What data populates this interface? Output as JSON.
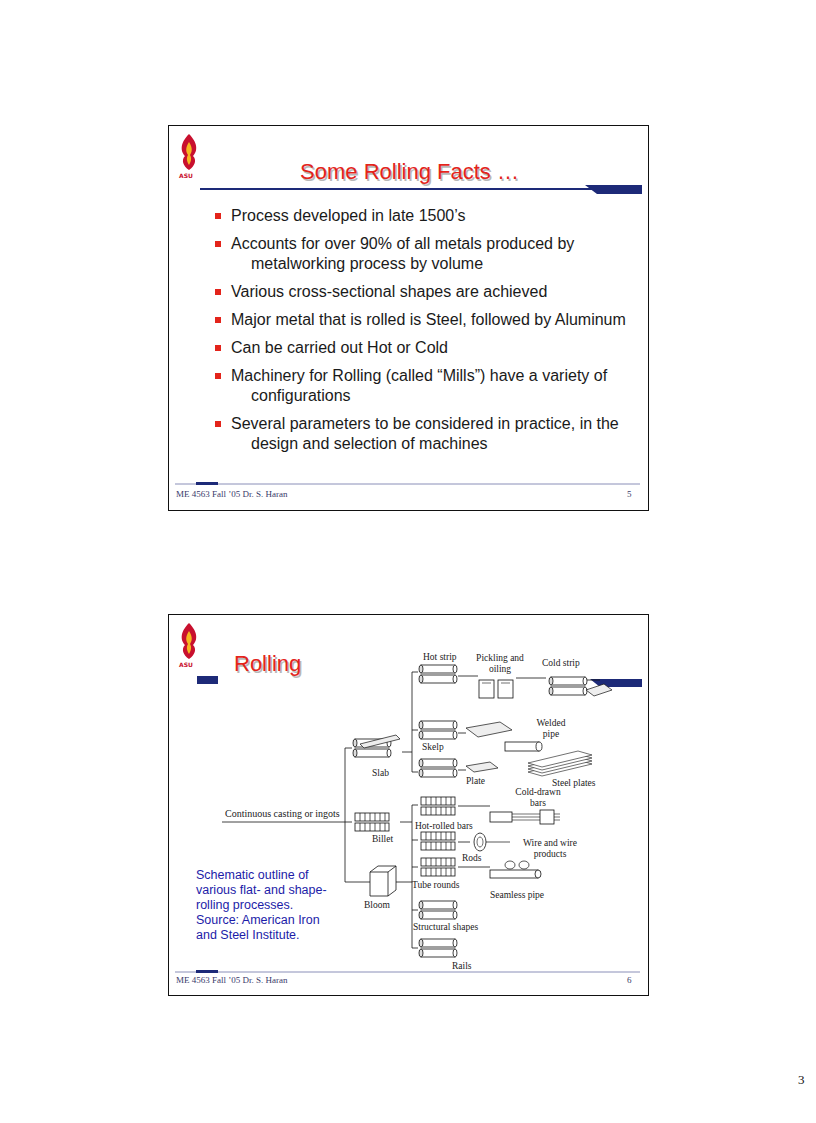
{
  "diagram": {
    "nodes": [
      {
        "text": [
          "ASU",
          "Some Rolling Facts …",
          "Process developed in late 1500’s",
          "Accounts for over 90% of all metals produced by metalworking process by volume",
          "Various cross-sectional shapes are achieved",
          "Major metal that is rolled is Steel, followed by Aluminum",
          "Can be carried out Hot or Cold",
          "Machinery for Rolling (called “Mills”) have a variety of configurations",
          "Several parameters to be considered in practice, in the design and selection of machines",
          "ME 4563  Fall ’05    Dr. S. Haran",
          "5"
        ]
      },
      {
        "text": [
          "ASU",
          "Rolling",
          "ME 4563  Fall ’05    Dr. S. Haran",
          "6"
        ]
      }
    ],
    "labels": [
      "Hot strip",
      "Pickling and oiling",
      "Cold strip",
      "Welded pipe",
      "Skelp",
      "Slab",
      "Plate",
      "Steel plates",
      "Cold-drawn bars",
      "Continuous casting or ingots",
      "Hot-rolled bars",
      "Billet",
      "Wire and wire products",
      "Rods",
      "Tube rounds",
      "Seamless pipe",
      "Bloom",
      "Structural shapes",
      "Rails",
      "Schematic outline of various flat- and shape-rolling processes. Source: American Iron and Steel Institute.",
      "3"
    ]
  }
}
